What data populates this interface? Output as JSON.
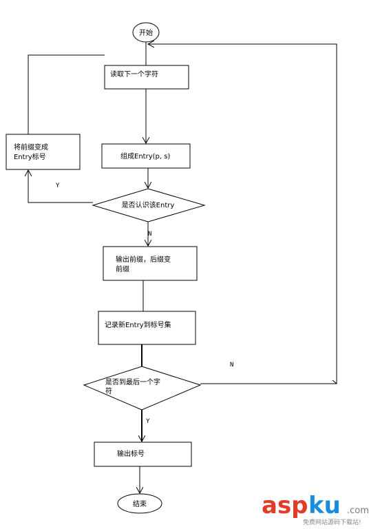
{
  "nodes": {
    "start": "开始",
    "read_char": "读取下一个字符",
    "compose_entry": "组成Entry(p, s)",
    "recognized_q": "是否认识该Entry",
    "prefix_to_id_line1": "将前缀变成",
    "prefix_to_id_line2": "Entry标号",
    "output_prefix_line1": "输出前缀，后缀变",
    "output_prefix_line2": "前缀",
    "record_entry": "记录新Entry到标号集",
    "last_char_q_line1": "是否到最后一个字",
    "last_char_q_line2": "符",
    "output_id": "输出标号",
    "end": "结束"
  },
  "edge_labels": {
    "yes_recognized": "Y",
    "no_recognized": "N",
    "no_last": "N",
    "yes_last": "Y"
  },
  "watermark": {
    "asp": "asp",
    "ku": "ku",
    "com": ".com",
    "sub": "免费网站源码下载站!"
  },
  "colors": {
    "line": "#000000",
    "watermark_red": "#e23b26",
    "watermark_blue": "#1b8ddf"
  }
}
